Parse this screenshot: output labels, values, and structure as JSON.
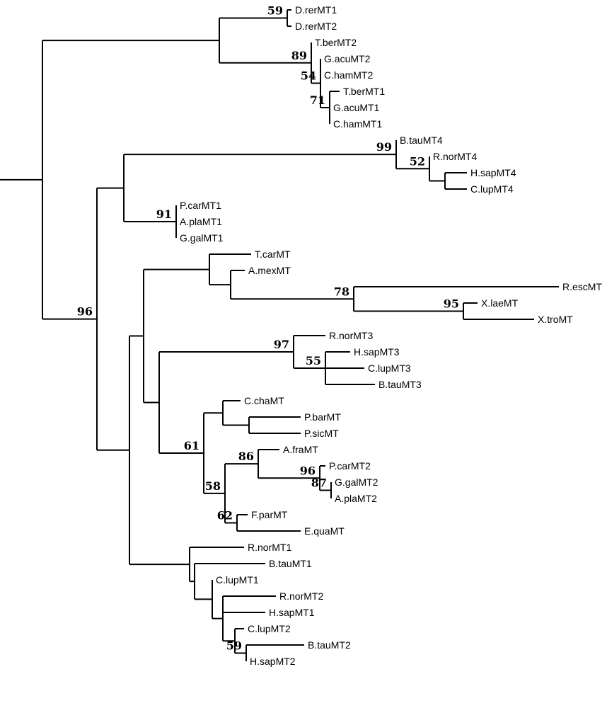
{
  "chart_data": {
    "type": "tree",
    "title": "",
    "description": "Rooted phylogram of metallothionein (MT) sequences with bootstrap support values",
    "branch_length_units": "relative distance",
    "tree": {
      "len": 0.06,
      "children": [
        {
          "len": 0.25,
          "children": [
            {
              "len": 0.096,
              "support": "59",
              "children": [
                {
                  "name": "D.rerMT1",
                  "len": 0.006
                },
                {
                  "name": "D.rerMT2",
                  "len": 0.006
                }
              ]
            },
            {
              "len": 0.13,
              "support": "89",
              "children": [
                {
                  "name": "T.berMT2",
                  "len": 0.0
                },
                {
                  "len": 0.013,
                  "support": "54",
                  "children": [
                    {
                      "name": "G.acuMT2",
                      "len": 0.0
                    },
                    {
                      "name": "C.hamMT2",
                      "len": 0.0
                    },
                    {
                      "len": 0.013,
                      "support": "71",
                      "children": [
                        {
                          "name": "T.berMT1",
                          "len": 0.014
                        },
                        {
                          "name": "G.acuMT1",
                          "len": 0.0
                        },
                        {
                          "name": "C.hamMT1",
                          "len": 0.0
                        }
                      ]
                    }
                  ]
                }
              ]
            }
          ]
        },
        {
          "len": 0.077,
          "support": "96",
          "children": [
            {
              "len": 0.038,
              "children": [
                {
                  "len": 0.385,
                  "support": "99",
                  "children": [
                    {
                      "name": "B.tauMT4",
                      "len": 0.0
                    },
                    {
                      "len": 0.047,
                      "support": "52",
                      "children": [
                        {
                          "name": "R.norMT4",
                          "len": 0.0
                        },
                        {
                          "len": 0.022,
                          "children": [
                            {
                              "name": "H.sapMT4",
                              "len": 0.031
                            },
                            {
                              "name": "C.lupMT4",
                              "len": 0.031
                            }
                          ]
                        }
                      ]
                    }
                  ]
                },
                {
                  "len": 0.074,
                  "support": "91",
                  "children": [
                    {
                      "name": "P.carMT1",
                      "len": 0.0
                    },
                    {
                      "name": "A.plaMT1",
                      "len": 0.0
                    },
                    {
                      "name": "G.galMT1",
                      "len": 0.0
                    }
                  ]
                }
              ]
            },
            {
              "len": 0.046,
              "children": [
                {
                  "len": 0.02,
                  "children": [
                    {
                      "len": 0.093,
                      "children": [
                        {
                          "name": "T.carMT",
                          "len": 0.059
                        },
                        {
                          "len": 0.03,
                          "children": [
                            {
                              "name": "A.mexMT",
                              "len": 0.02
                            },
                            {
                              "len": 0.174,
                              "support": "78",
                              "children": [
                                {
                                  "name": "R.escMT",
                                  "len": 0.29
                                },
                                {
                                  "len": 0.155,
                                  "support": "95",
                                  "children": [
                                    {
                                      "name": "X.laeMT",
                                      "len": 0.02
                                    },
                                    {
                                      "name": "X.troMT",
                                      "len": 0.1
                                    }
                                  ]
                                }
                              ]
                            }
                          ]
                        }
                      ]
                    },
                    {
                      "len": 0.022,
                      "children": [
                        {
                          "len": 0.19,
                          "support": "97",
                          "children": [
                            {
                              "name": "R.norMT3",
                              "len": 0.045
                            },
                            {
                              "len": 0.045,
                              "support": "55",
                              "children": [
                                {
                                  "name": "H.sapMT3",
                                  "len": 0.035
                                },
                                {
                                  "name": "C.lupMT3",
                                  "len": 0.055
                                },
                                {
                                  "name": "B.tauMT3",
                                  "len": 0.07
                                }
                              ]
                            }
                          ]
                        },
                        {
                          "len": 0.063,
                          "support": "61",
                          "children": [
                            {
                              "len": 0.027,
                              "children": [
                                {
                                  "name": "C.chaMT",
                                  "len": 0.025
                                },
                                {
                                  "len": 0.037,
                                  "children": [
                                    {
                                      "name": "P.barMT",
                                      "len": 0.073
                                    },
                                    {
                                      "name": "P.sicMT",
                                      "len": 0.073
                                    }
                                  ]
                                }
                              ]
                            },
                            {
                              "len": 0.03,
                              "support": "58",
                              "children": [
                                {
                                  "len": 0.047,
                                  "support": "86",
                                  "children": [
                                    {
                                      "name": "A.fraMT",
                                      "len": 0.03
                                    },
                                    {
                                      "len": 0.087,
                                      "support": "96",
                                      "children": [
                                        {
                                          "name": "P.carMT2",
                                          "len": 0.008
                                        },
                                        {
                                          "len": 0.016,
                                          "support": "87",
                                          "children": [
                                            {
                                              "name": "G.galMT2",
                                              "len": 0.0
                                            },
                                            {
                                              "name": "A.plaMT2",
                                              "len": 0.0
                                            }
                                          ]
                                        }
                                      ]
                                    }
                                  ]
                                },
                                {
                                  "len": 0.017,
                                  "support": "62",
                                  "children": [
                                    {
                                      "name": "F.parMT",
                                      "len": 0.015
                                    },
                                    {
                                      "name": "E.quaMT",
                                      "len": 0.09
                                    }
                                  ]
                                }
                              ]
                            }
                          ]
                        }
                      ]
                    }
                  ]
                },
                {
                  "len": 0.085,
                  "children": [
                    {
                      "name": "R.norMT1",
                      "len": 0.077
                    },
                    {
                      "len": 0.007,
                      "children": [
                        {
                          "name": "B.tauMT1",
                          "len": 0.1
                        },
                        {
                          "len": 0.025,
                          "children": [
                            {
                              "name": "C.lupMT1",
                              "len": 0.0
                            },
                            {
                              "len": 0.015,
                              "children": [
                                {
                                  "name": "R.norMT2",
                                  "len": 0.075
                                },
                                {
                                  "name": "H.sapMT1",
                                  "len": 0.06
                                },
                                {
                                  "len": 0.017,
                                  "children": [
                                    {
                                      "name": "C.lupMT2",
                                      "len": 0.013
                                    },
                                    {
                                      "len": 0.016,
                                      "support": "59",
                                      "children": [
                                        {
                                          "name": "B.tauMT2",
                                          "len": 0.082
                                        },
                                        {
                                          "name": "H.sapMT2",
                                          "len": 0.0
                                        }
                                      ]
                                    }
                                  ]
                                }
                              ]
                            }
                          ]
                        }
                      ]
                    }
                  ]
                }
              ]
            }
          ]
        }
      ]
    }
  }
}
